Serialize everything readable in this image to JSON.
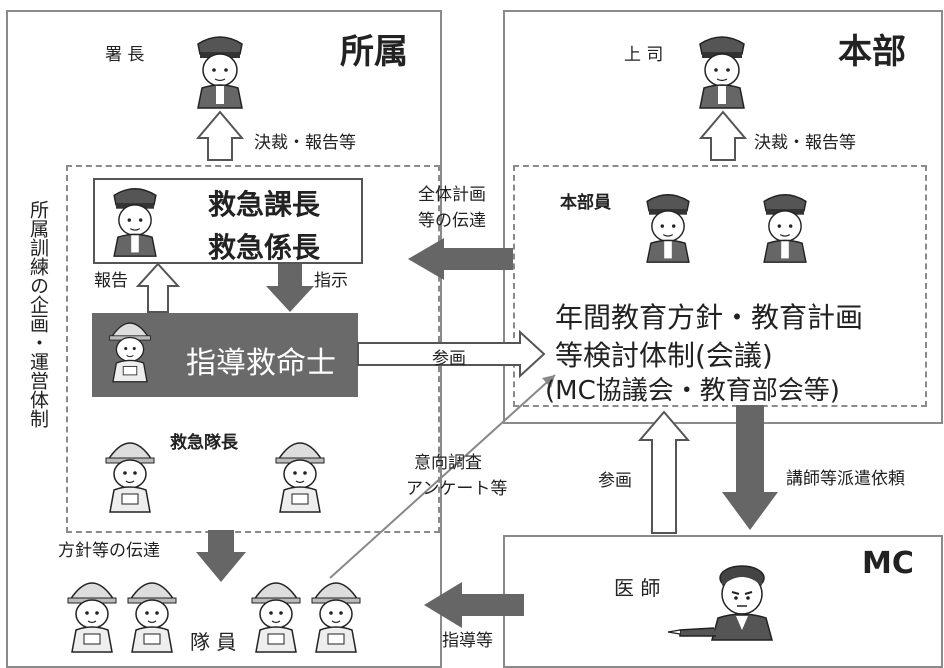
{
  "regions": {
    "shozoku": "所属",
    "honbu": "本部",
    "mc": "MC"
  },
  "people": {
    "shocho": "署 長",
    "joshi": "上 司",
    "kyukyu_kacho": "救急課長",
    "kyukyu_kakaricho": "救急係長",
    "shido_kyumeishi": "指導救命士",
    "kyukyu_taicho": "救急隊長",
    "taiin": "隊 員",
    "honbuin": "本部員",
    "ishi": "医 師"
  },
  "vertical_label": "所属訓練の企画・運営体制",
  "honbu_box_text": [
    "年間教育方針・教育計画",
    "等検討体制(会議)",
    "(MC協議会・教育部会等)"
  ],
  "arrows": {
    "kessai_left": "決裁・報告等",
    "kessai_right": "決裁・報告等",
    "zentai_keikaku": [
      "全体計画",
      "等の伝達"
    ],
    "hokoku": "報告",
    "shiji": "指示",
    "sankaku_right": "参画",
    "sankaku_mc": "参画",
    "koshi_haken": "講師等派遣依頼",
    "iko_chosa": [
      "意向調査",
      "アンケート等"
    ],
    "hoshin_dentatsu": "方針等の伝達",
    "shido": "指導等"
  }
}
